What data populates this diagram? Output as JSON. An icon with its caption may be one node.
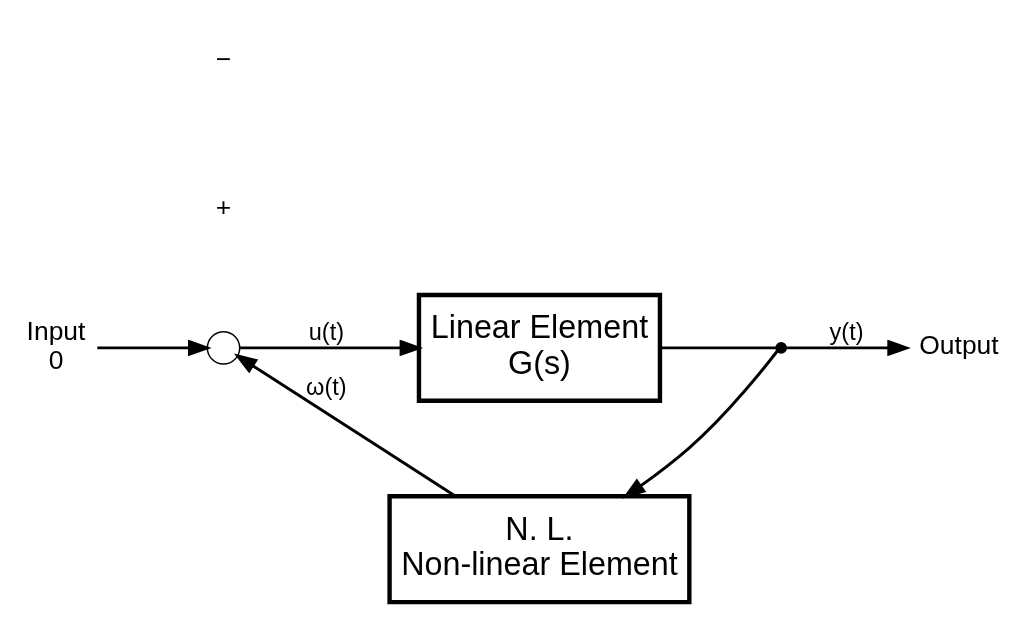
{
  "diagram": {
    "nodes": [
      {
        "text": [
          "Input",
          "0"
        ]
      },
      {
        "text": [],
        "shape": "circle"
      },
      {
        "text": [
          "Linear Element",
          "G(s)"
        ]
      },
      {
        "text": [],
        "shape": "circle"
      },
      {
        "text": [
          "Output"
        ]
      },
      {
        "text": [
          "N. L.",
          "Non-linear Element"
        ]
      }
    ],
    "edges": [
      {
        "from": 0,
        "to": 1,
        "arrow": "to"
      },
      {
        "from": 1,
        "to": 2,
        "arrow": "to",
        "label": "u(t)"
      },
      {
        "from": 2,
        "to": 3,
        "arrow": "none"
      },
      {
        "from": 3,
        "to": 4,
        "arrow": "to",
        "label": "y(t)"
      },
      {
        "from": 3,
        "to": 5,
        "arrow": "to"
      },
      {
        "from": 5,
        "to": 1,
        "arrow": "to",
        "label": "ω(t)"
      }
    ],
    "labels": [
      "+",
      "−"
    ]
  }
}
